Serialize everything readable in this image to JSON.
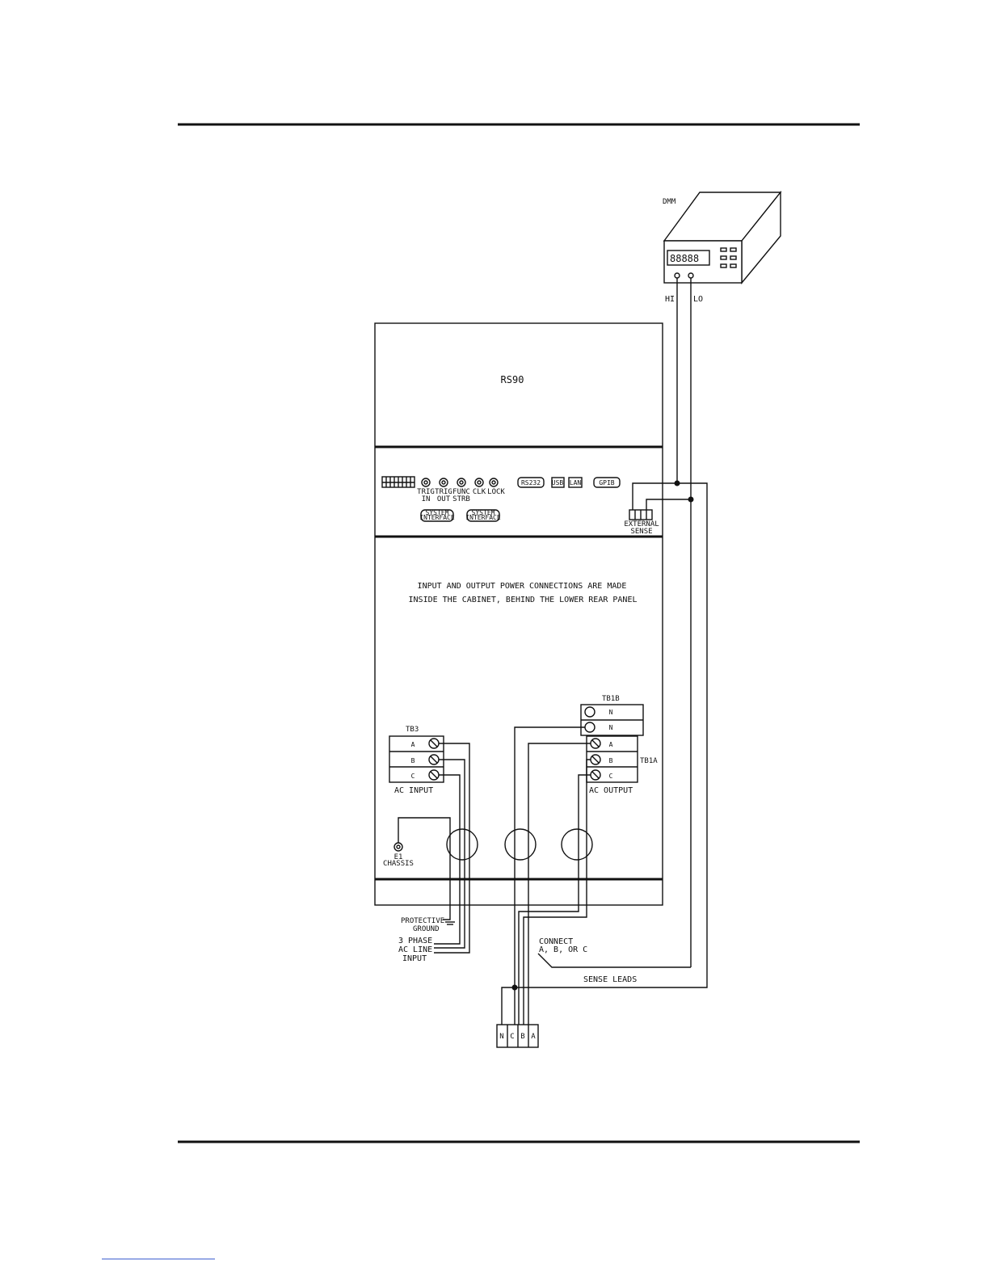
{
  "diagram": {
    "dmm": {
      "label": "DMM",
      "hi": "HI",
      "lo": "LO"
    },
    "unit": {
      "model": "RS90"
    },
    "connectors": {
      "trig_in": [
        "TRIG",
        "IN"
      ],
      "trig_out": [
        "TRIG",
        "OUT"
      ],
      "func_strb": [
        "FUNC",
        "STRB"
      ],
      "clk": "CLK",
      "lock": "LOCK",
      "rs232": "RS232",
      "usb": "USB",
      "lan": "LAN",
      "gpib": "GPIB",
      "sys_interface_1": [
        "SYSTEM",
        "INTERFACE"
      ],
      "sys_interface_2": [
        "SYSTEM",
        "INTERFACE"
      ]
    },
    "external_sense": [
      "EXTERNAL",
      "SENSE"
    ],
    "note": [
      "INPUT AND OUTPUT POWER CONNECTIONS ARE MADE",
      "INSIDE THE CABINET, BEHIND THE LOWER REAR PANEL"
    ],
    "tb3": {
      "label": "TB3",
      "terminals": [
        "A",
        "B",
        "C"
      ],
      "caption": "AC INPUT"
    },
    "tb1b": {
      "label": "TB1B",
      "terminals": [
        "N",
        "N"
      ]
    },
    "tb1a": {
      "label": "TB1A",
      "terminals": [
        "A",
        "B",
        "C"
      ],
      "caption": "AC OUTPUT"
    },
    "chassis": [
      "E1",
      "CHASSIS"
    ],
    "protective_ground": [
      "PROTECTIVE",
      "GROUND"
    ],
    "ac_line": [
      "3 PHASE",
      "AC LINE",
      "INPUT"
    ],
    "connect_note": [
      "CONNECT",
      "A, B, OR C"
    ],
    "sense_leads": "SENSE LEADS",
    "load_terminals": [
      "N",
      "C",
      "B",
      "A"
    ]
  }
}
